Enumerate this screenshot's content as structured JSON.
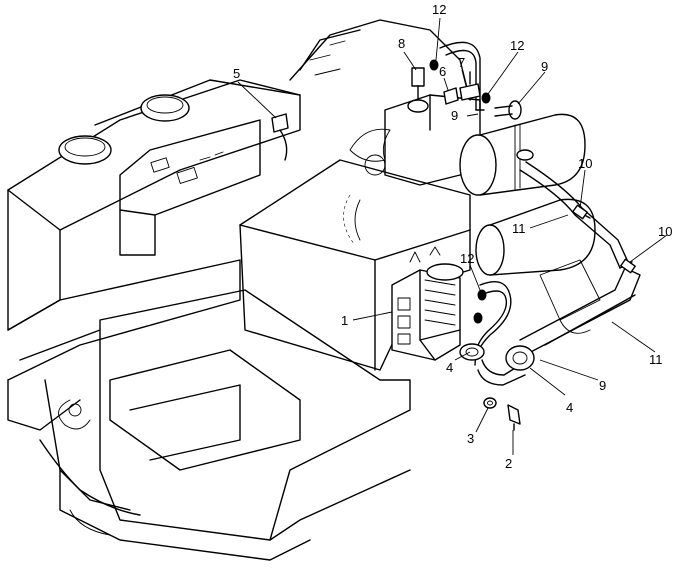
{
  "callouts": {
    "c1": "1",
    "c2": "2",
    "c3": "3",
    "c4a": "4",
    "c4b": "4",
    "c5": "5",
    "c6": "6",
    "c7": "7",
    "c8": "8",
    "c9a": "9",
    "c9b": "9",
    "c9c": "9",
    "c10a": "10",
    "c10b": "10",
    "c11a": "11",
    "c11b": "11",
    "c12a": "12",
    "c12b": "12",
    "c12c": "12"
  }
}
